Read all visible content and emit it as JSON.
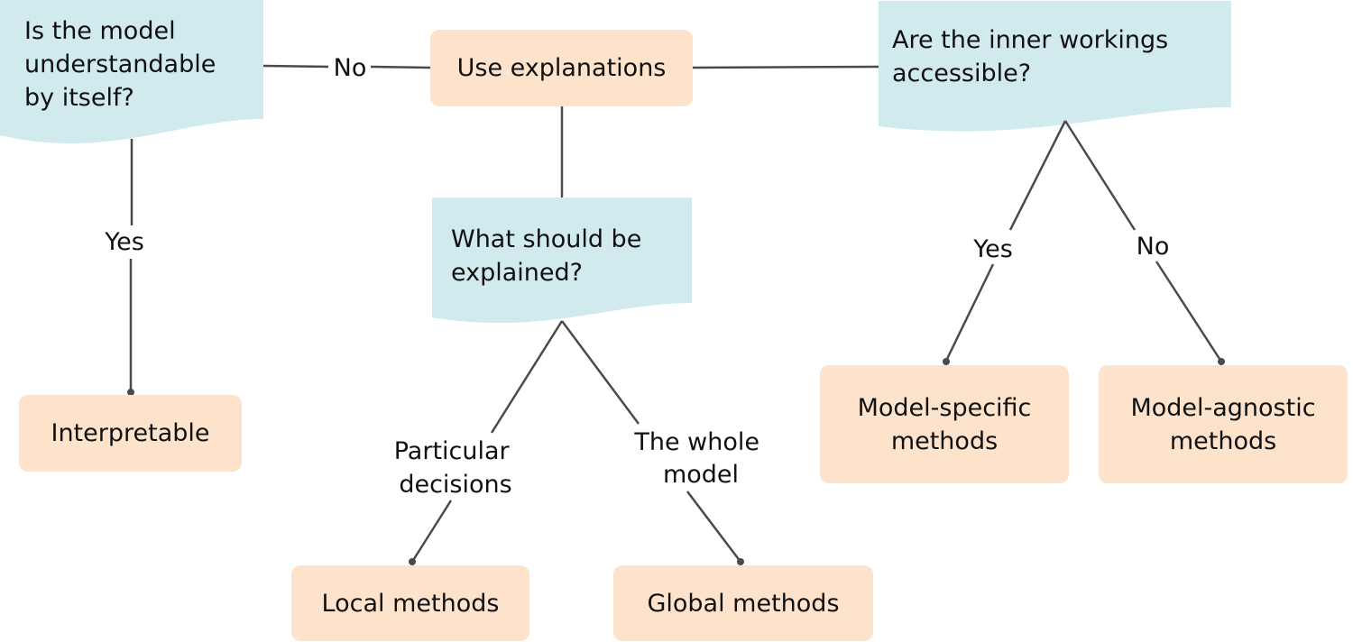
{
  "colors": {
    "decision_fill": "#d1eaed",
    "outcome_fill": "#fde3cc",
    "line": "#4a4a4a",
    "text": "#111111"
  },
  "decisions": {
    "understandable": "Is the model\nunderstandable\nby itself?",
    "what_explained": "What should be\nexplained?",
    "inner_workings": "Are the inner workings\naccessible?"
  },
  "outcomes": {
    "use_explanations": "Use explanations",
    "interpretable": "Interpretable",
    "local_methods": "Local methods",
    "global_methods": "Global methods",
    "model_specific": "Model-specific\nmethods",
    "model_agnostic": "Model-agnostic\nmethods"
  },
  "edge_labels": {
    "no_left": "No",
    "yes_left": "Yes",
    "particular": "Particular\ndecisions",
    "whole": "The whole\nmodel",
    "yes_right": "Yes",
    "no_right": "No"
  }
}
